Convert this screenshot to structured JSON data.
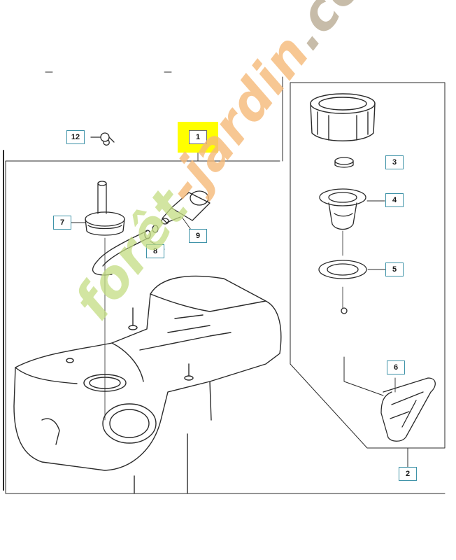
{
  "callouts": {
    "c1": "1",
    "c2": "2",
    "c3": "3",
    "c4": "4",
    "c5": "5",
    "c6": "6",
    "c7": "7",
    "c8": "8",
    "c9": "9",
    "c12": "12"
  },
  "watermark": {
    "part1": "forêt",
    "part2": "-jardin",
    "part3": ".com"
  },
  "colors": {
    "highlight": "#ffff00",
    "callout_border": "#3f93a8",
    "line": "#2a2a2a"
  }
}
